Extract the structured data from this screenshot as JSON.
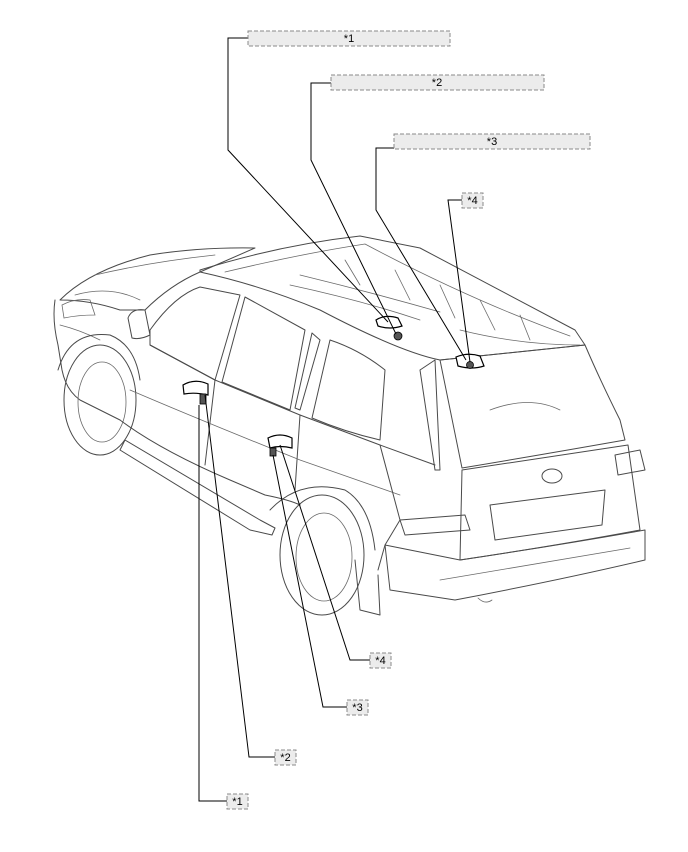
{
  "callouts": {
    "top_1": "*1",
    "top_2": "*2",
    "top_3": "*3",
    "top_4": "*4",
    "bottom_4": "*4",
    "bottom_3": "*3",
    "bottom_2": "*2",
    "bottom_1": "*1"
  }
}
